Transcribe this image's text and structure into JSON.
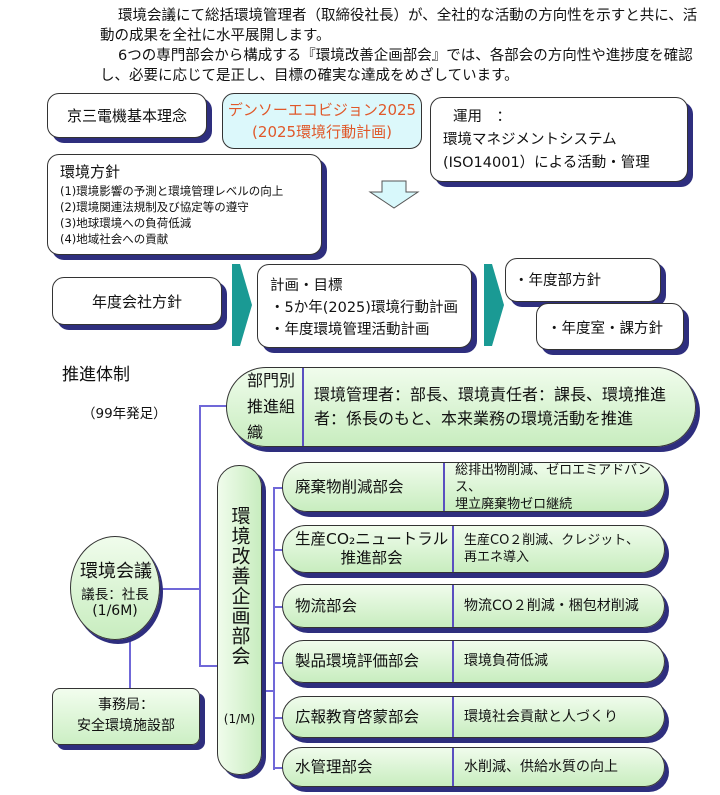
{
  "intro": {
    "p1": "環境会議にて総括環境管理者（取締役社長）が、全社的な活動の方向性を示すと共に、活動の成果を全社に水平展開します。",
    "p2": "6つの専門部会から構成する『環境改善企画部会』では、各部会の方向性や進捗度を確認し、必要に応じて是正し、目標の確実な達成をめざしています。"
  },
  "top": {
    "philosophy": "京三電機基本理念",
    "vision_line1": "デンソーエコビジョン2025",
    "vision_line2": "(2025環境行動計画)",
    "operation_title": "運用　：",
    "operation_line1": "環境マネジメントシステム",
    "operation_line2": "(ISO14001）による活動・管理",
    "policy_title": "環境方針",
    "policy_items": [
      "(1)環境影響の予測と環境管理レベルの向上",
      "(2)環境関連法規制及び協定等の遵守",
      "(3)地球環境への負荷低減",
      "(4)地域社会への貢献"
    ],
    "annual_company": "年度会社方針",
    "plan_title": "計画・目標",
    "plan_items": [
      "・5か年(2025)環境行動計画",
      "・年度環境管理活動計画"
    ],
    "dept_policy": "・年度部方針",
    "section_policy": "・年度室・課方針"
  },
  "structure": {
    "title": "推進体制",
    "since": "（99年発足）",
    "council": "環境会議",
    "council_chair": "議長：社長",
    "council_freq": "(1/6M)",
    "office_line1": "事務局：",
    "office_line2": "安全環境施設部",
    "dept_org_label": "部門別\n推進組織",
    "dept_org_desc": "環境管理者：部長、環境責任者：課長、環境推進者：係長のもと、本来業務の環境活動を推進",
    "planning_committee": "環境改善企画部会",
    "planning_freq": "(1/M)",
    "committees": [
      {
        "name": "廃棄物削減部会",
        "desc": "総排出物削減、ゼロエミアドバンス、\n埋立廃棄物ゼロ継続"
      },
      {
        "name": "生産CO₂ニュートラル\n推進部会",
        "desc": "生産CO２削減、クレジット、\n再エネ導入"
      },
      {
        "name": "物流部会",
        "desc": "物流CO２削減・梱包材削減"
      },
      {
        "name": "製品環境評価部会",
        "desc": "環境負荷低減"
      },
      {
        "name": "広報教育啓蒙部会",
        "desc": "環境社会貢献と人づくり"
      },
      {
        "name": "水管理部会",
        "desc": "水削減、供給水質の向上"
      }
    ]
  },
  "colors": {
    "shadow": "#2e2e7e",
    "line": "#7068d8",
    "teal": "#1a9a94",
    "vision_text": "#e0582a"
  }
}
